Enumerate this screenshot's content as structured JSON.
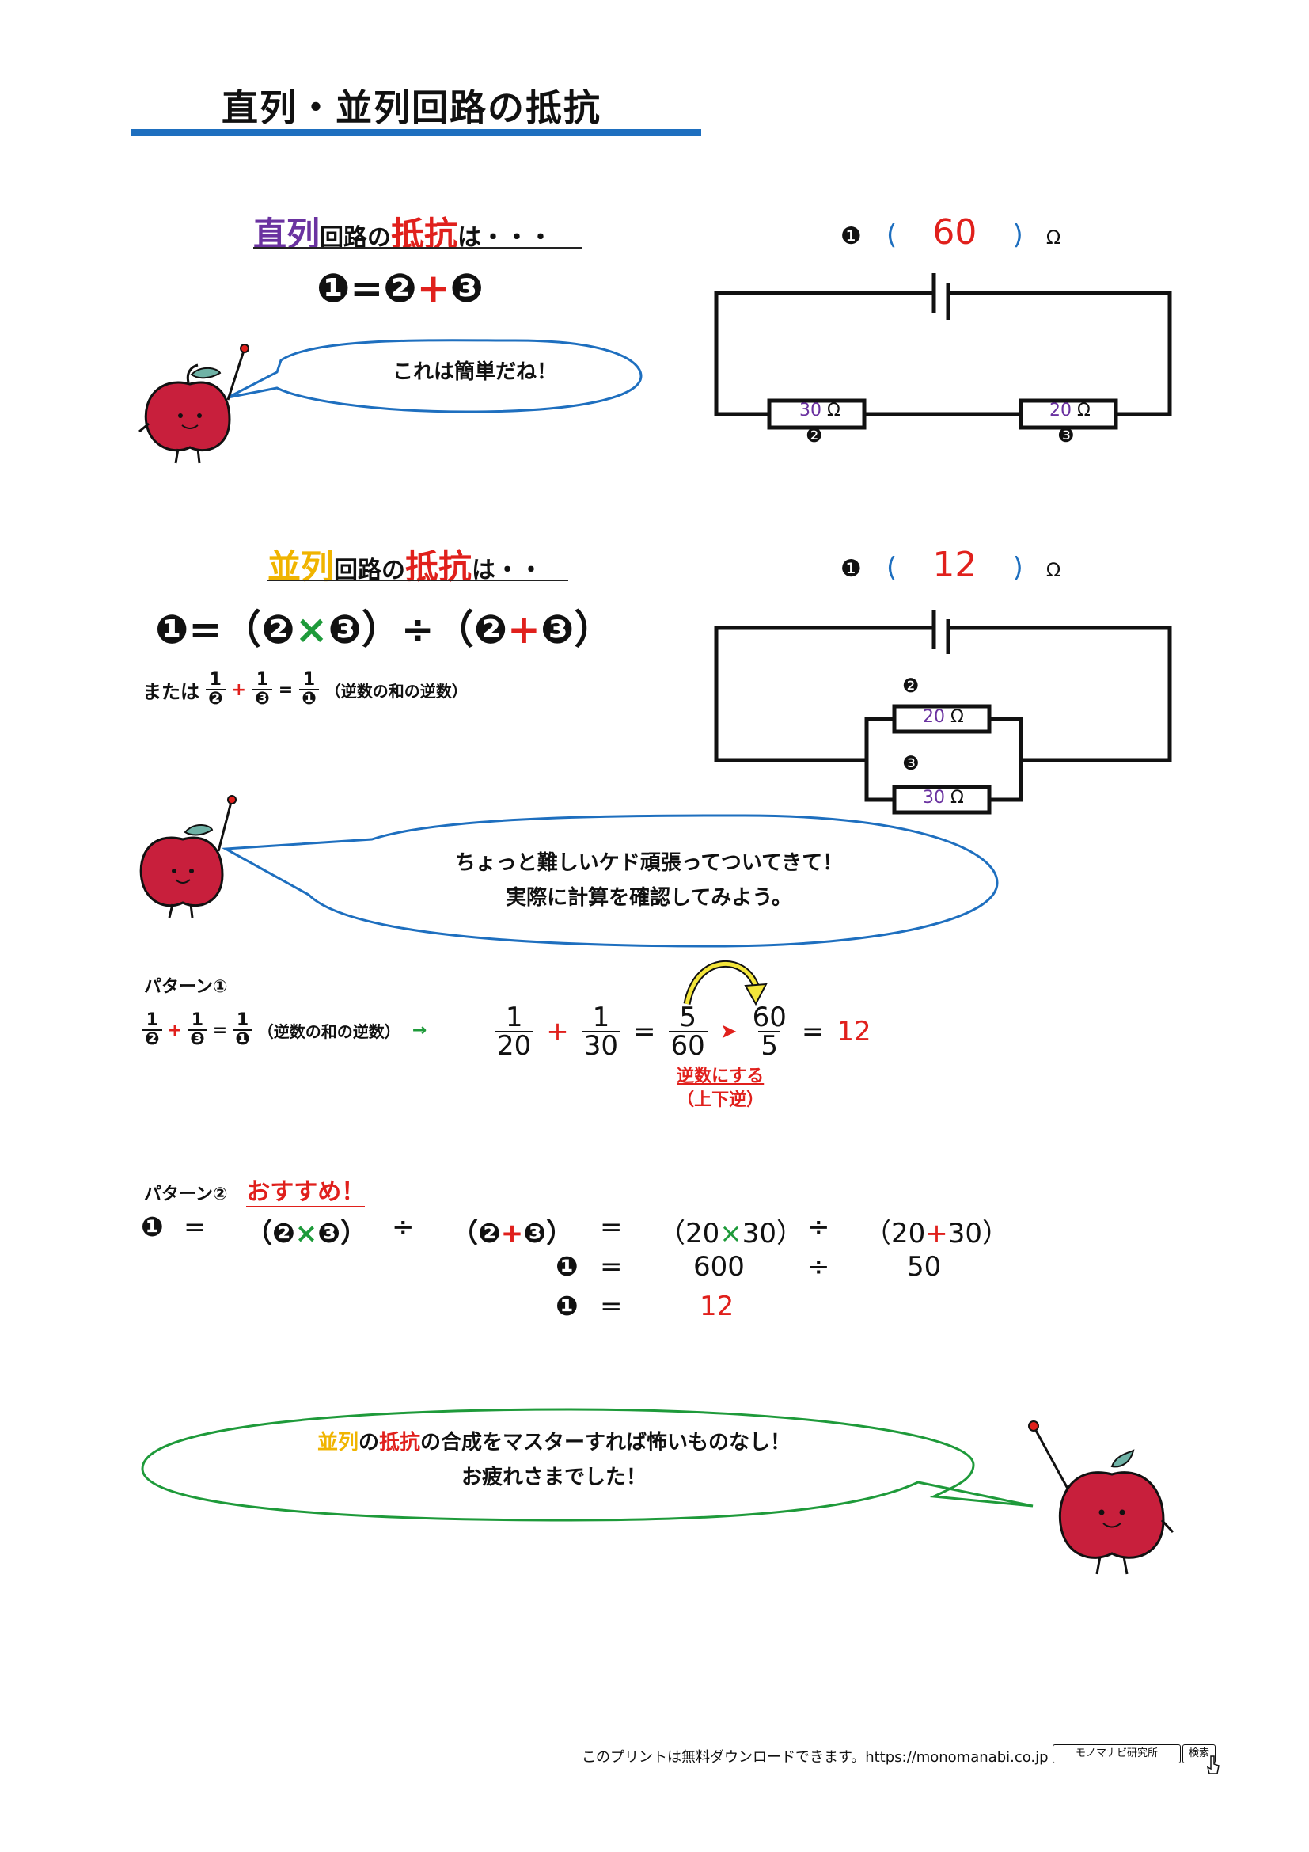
{
  "title": "直列・並列回路の抵抗",
  "series_section": {
    "heading_a": "直列",
    "heading_b": "回路の",
    "heading_c": "抵抗",
    "heading_d": "は・・・",
    "formula_1": "❶=❷",
    "formula_plus": "+",
    "formula_3": "❸",
    "bubble": "これは簡単だね！",
    "answer_marker": "❶",
    "answer_open": "(",
    "answer": "60",
    "answer_close": ")",
    "omega": "Ω",
    "r2_value": "30",
    "r2_unit": "Ω",
    "r2_marker": "❷",
    "r3_value": "20",
    "r3_unit": "Ω",
    "r3_marker": "❸"
  },
  "parallel_section": {
    "heading_a": "並列",
    "heading_b": "回路の",
    "heading_c": "抵抗",
    "heading_d": "は・・",
    "f_a": "❶=（❷",
    "f_times": "×",
    "f_b": "❸）÷（❷",
    "f_plus": "+",
    "f_c": "❸）",
    "alt_prefix": "または",
    "alt_n": "1",
    "alt_d2": "❷",
    "alt_plus": "+",
    "alt_d3": "❸",
    "alt_eq": "=",
    "alt_d1": "❶",
    "alt_note": "（逆数の和の逆数）",
    "answer_marker": "❶",
    "answer_open": "(",
    "answer": "12",
    "answer_close": ")",
    "omega": "Ω",
    "r2_marker": "❷",
    "r2_value": "20",
    "r2_unit": "Ω",
    "r3_marker": "❸",
    "r3_value": "30",
    "r3_unit": "Ω",
    "bubble_line1": "ちょっと難しいケド頑張ってついてきて！",
    "bubble_line2": "実際に計算を確認してみよう。"
  },
  "pattern1": {
    "label": "パターン①",
    "n": "1",
    "d2": "❷",
    "plus": "+",
    "d3": "❸",
    "eq": "=",
    "d1": "❶",
    "note": "（逆数の和の逆数）",
    "arrow": "→",
    "f1_n": "1",
    "f1_d": "20",
    "plus2": "+",
    "f2_n": "1",
    "f2_d": "30",
    "eq2": "=",
    "f3_n": "5",
    "f3_d": "60",
    "pointer": "➤",
    "f4_n": "60",
    "f4_d": "5",
    "eq3": "=",
    "result": "12",
    "invert_line1": "逆数にする",
    "invert_line2": "（上下逆）"
  },
  "pattern2": {
    "label": "パターン②",
    "recommend": "おすすめ！",
    "r1_lhs": "❶",
    "r1_eq": "=",
    "r1_a_open": "（❷",
    "r1_a_times": "×",
    "r1_a_close": "❸）",
    "r1_div": "÷",
    "r1_b_open": "（❷",
    "r1_b_plus": "+",
    "r1_b_close": "❸）",
    "r1_eq2": "=",
    "r1_c_open": "（20",
    "r1_c_times": "×",
    "r1_c_close": "30）",
    "r1_div2": "÷",
    "r1_d_open": "（20",
    "r1_d_plus": "+",
    "r1_d_close": "30）",
    "r2_lhs": "❶",
    "r2_eq": "=",
    "r2_a": "600",
    "r2_div": "÷",
    "r2_b": "50",
    "r3_lhs": "❶",
    "r3_eq": "=",
    "r3_val": "12"
  },
  "closing": {
    "w1": "並列",
    "w2": "の",
    "w3": "抵抗",
    "w4": "の合成をマスターすれば怖いものなし！",
    "line2": "お疲れさまでした！"
  },
  "footer": {
    "text": "このプリントは無料ダウンロードできます。https://monomanabi.co.jp",
    "search_box": "モノマナビ研究所",
    "search_button": "検索"
  },
  "colors": {
    "accent_blue": "#1e6fbf",
    "red": "#e0201c",
    "purple": "#6a32a0",
    "yellow": "#f0b400",
    "green": "#1e9a3a"
  }
}
